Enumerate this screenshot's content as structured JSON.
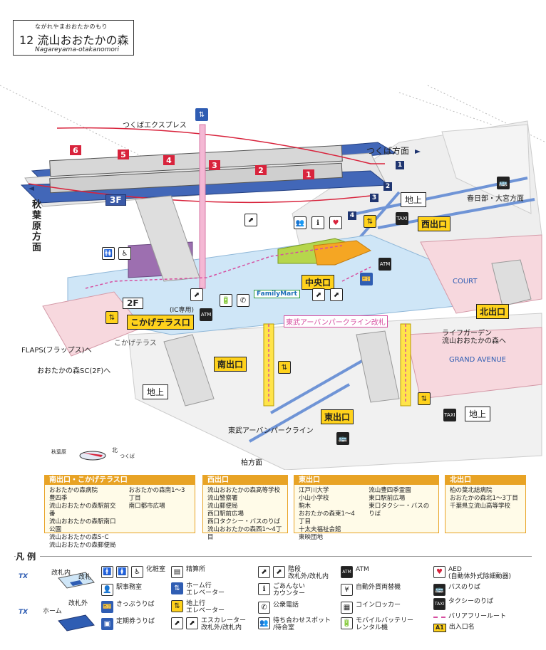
{
  "station": {
    "ruby": "ながれやまおおたかのもり",
    "number_name": "12 流山おおたかの森",
    "roman": "Nagareyama-otakanomori"
  },
  "map": {
    "line_top": "つくばエクスプレス",
    "dir_tsukuba": "つくば方面",
    "dir_akiba": "秋葉原方面",
    "dir_kasukabe": "春日部・大宮方面",
    "dir_kashiwa": "柏方面",
    "tobu_line": "東武アーバンパークライン",
    "tobu_gate": "東武アーバンパークライン改札",
    "floor_3f": "3F",
    "floor_2f": "2F",
    "ground_labels": [
      "地上",
      "地上",
      "地上"
    ],
    "exits": {
      "west": "西出口",
      "central": "中央口",
      "north": "北出口",
      "south": "南出口",
      "east": "東出口",
      "kokage": "こかげテラス口"
    },
    "car_numbers": [
      "6",
      "5",
      "4",
      "3",
      "2",
      "1"
    ],
    "track_numbers": [
      "1",
      "2",
      "3"
    ],
    "platform_4": "4",
    "ic_label": "(IC専用)",
    "flaps": "FLAPS(フラップス)へ",
    "sc_2f": "おおたかの森SC(2F)へ",
    "life_garden": "ライフガーデン\n流山おおたかの森へ",
    "court": "COURT",
    "grand_avenue": "GRAND AVENUE",
    "kokage_terrace": "こかげテラス",
    "familymart": "FamilyMart",
    "compass": {
      "akiba": "秋葉原",
      "north": "北",
      "tsukuba": "つくば"
    }
  },
  "routes": [
    {
      "head": "南出口・こかげテラス口",
      "cols": [
        [
          "おおたかの森病院",
          "豊四季",
          "流山おおたかの森駅前交番",
          "流山おおたかの森駅南口公園",
          "流山おおたかの森S･C",
          "流山おおたかの森郵便局"
        ],
        [
          "おおたかの森南1～3丁目",
          "南口都市広場"
        ]
      ]
    },
    {
      "head": "西出口",
      "cols": [
        [
          "流山おおたかの森高等学校",
          "流山警察署",
          "流山郵便局",
          "西口駅前広場",
          "西口タクシー・バスのりば",
          "流山おおたかの森西1～4丁目"
        ]
      ]
    },
    {
      "head": "東出口",
      "cols": [
        [
          "江戸川大学",
          "小山小学校",
          "駒木",
          "おおたかの森東1～4丁目",
          "十太夫福祉会館",
          "東映団地"
        ],
        [
          "流山豊四季霊園",
          "東口駅前広場",
          "東口タクシー・バスのりば"
        ]
      ]
    },
    {
      "head": "北出口",
      "cols": [
        [
          "柏の葉北総病院",
          "おおたかの森北1～3丁目",
          "千葉県立流山高等学校"
        ]
      ]
    }
  ],
  "legend": {
    "title": "凡 例",
    "gate_inside": "改札内",
    "gate": "改札",
    "gate_outside": "改札外",
    "platform": "ホーム",
    "items": {
      "toilet": "化粧室",
      "nursing": "精算所",
      "stairs": [
        "階段",
        "改札外/改札内"
      ],
      "atm": "ATM",
      "aed": [
        "AED",
        "(自動体外式除細動器)"
      ],
      "office": "駅事務室",
      "elevator_home": [
        "ホーム行",
        "エレベーター"
      ],
      "info": [
        "ごあんない",
        "カウンター"
      ],
      "exchange": "自動外貨両替機",
      "bus": "バスのりば",
      "ticket": "きっぷうりば",
      "elevator_ground": [
        "地上行",
        "エレベーター"
      ],
      "phone": "公衆電話",
      "locker": "コインロッカー",
      "taxi": "タクシーのりば",
      "pass": "定期券うりば",
      "escalator": [
        "エスカレーター",
        "改札外/改札内"
      ],
      "meeting": [
        "待ち合わせスポット",
        "/待合室"
      ],
      "battery": [
        "モバイルバッテリー",
        "レンタル機"
      ],
      "barrier_free": "バリアフリールート",
      "exit_name": "出入口名",
      "exit_sample": "A1"
    }
  }
}
